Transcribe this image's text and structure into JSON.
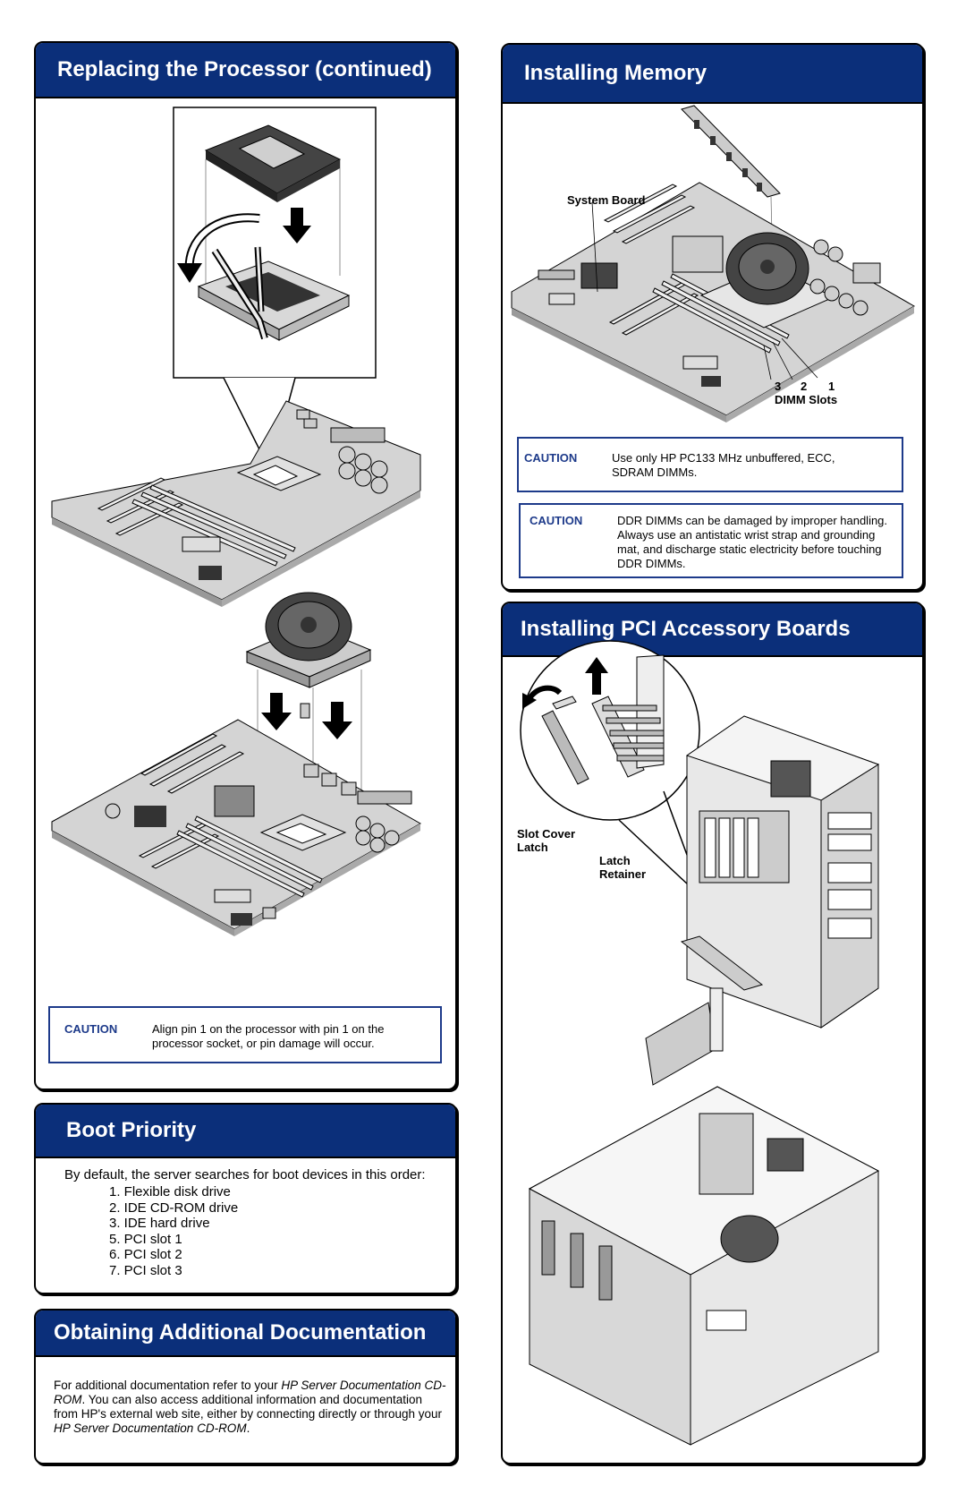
{
  "colors": {
    "header_bg": "#0b2f7a",
    "caution_border": "#1d3a8a",
    "caution_label": "#1d3a8a"
  },
  "processor": {
    "title": "Replacing the Processor (continued)",
    "caution": {
      "label": "CAUTION",
      "text": "Align pin 1 on the processor with pin 1 on the processor socket, or pin damage will occur."
    }
  },
  "memory": {
    "title": "Installing Memory",
    "system_board_label": "System Board",
    "slot_numbers": [
      "3",
      "2",
      "1"
    ],
    "dimm_slots_label": "DIMM Slots",
    "caution1": {
      "label": "CAUTION",
      "text": "Use only HP  PC133 MHz unbuffered, ECC, SDRAM DIMMs."
    },
    "caution2": {
      "label": "CAUTION",
      "text": "DDR DIMMs can be damaged by improper handling. Always use an antistatic wrist strap and grounding mat, and discharge static electricity before touching DDR DIMMs."
    }
  },
  "pci": {
    "title": "Installing PCI Accessory Boards",
    "slot_cover_latch": "Slot Cover\nLatch",
    "latch_retainer": "Latch\nRetainer"
  },
  "boot": {
    "title": "Boot Priority",
    "intro": "By default, the server searches for boot devices in this order:",
    "items": [
      "1. Flexible disk drive",
      "2. IDE CD-ROM drive",
      "3. IDE hard drive",
      "5. PCI slot 1",
      "6. PCI slot 2",
      "7. PCI slot 3"
    ]
  },
  "docs": {
    "title": "Obtaining Additional Documentation",
    "text_1": "For additional documentation refer to your ",
    "text_2": "HP Server Documentation CD-ROM",
    "text_3": ". You can also access additional information and documentation from HP's external web site, either by connecting directly or through your ",
    "text_4": "HP Server Documentation CD-ROM",
    "text_5": "."
  }
}
